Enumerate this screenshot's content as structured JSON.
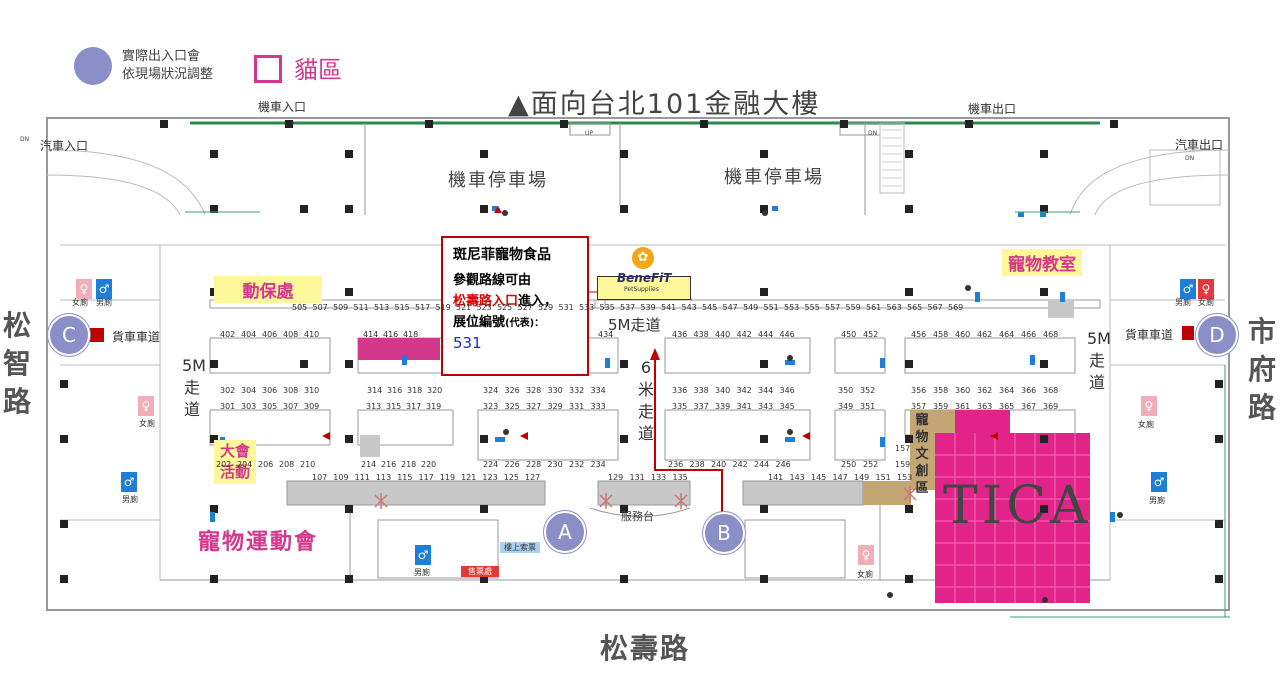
{
  "legend": {
    "entrance_note_line1": "實際出入口會",
    "entrance_note_line2": "依現場狀況調整",
    "cat_area": "貓區"
  },
  "roads": {
    "north": "▲面向台北101金融大樓",
    "south": "松壽路",
    "west": "松智路",
    "east": "市府路"
  },
  "parking": {
    "moto_entrance": "機車入口",
    "moto_exit": "機車出口",
    "car_entrance": "汽車入口",
    "car_exit": "汽車出口",
    "moto_parking_1": "機車停車場",
    "moto_parking_2": "機車停車場",
    "up": "UP",
    "dn": "DN",
    "dn2": "DN",
    "dn3": "DN"
  },
  "zones": {
    "animal_protection": "動保處",
    "pet_class": "寵物教室",
    "contest": "大會活動",
    "sports": "寵物運動會",
    "creative": "寵物文創區",
    "tica": "TICA",
    "service_desk": "服務台",
    "freight_w": "貨車車道",
    "freight_e": "貨車車道",
    "walk_5m_w": "5M走道",
    "walk_5m_e": "5M走道",
    "walk_5m_center": "5M走道",
    "walk_6m": "6米走道",
    "stair_up": "樓上索票",
    "ticket": "售票處"
  },
  "restrooms": {
    "women": "女廁",
    "men": "男廁"
  },
  "gates": {
    "a": "A",
    "b": "B",
    "c": "C",
    "d": "D"
  },
  "brand": {
    "name": "BeneFiT",
    "sub": "PetSupplies"
  },
  "callout": {
    "title": "斑尼菲寵物食品",
    "line1": "參觀路線可由",
    "route_red": "松壽路入口",
    "route_tail": "進入，",
    "line3a": "展位編號",
    "line3b": "(代表)：",
    "booth": "531"
  },
  "booths": {
    "r500": [
      "505",
      "507",
      "509",
      "511",
      "513",
      "515",
      "517",
      "519",
      "521",
      "523",
      "525",
      "527",
      "529",
      "531",
      "533",
      "535",
      "537",
      "539",
      "541",
      "543",
      "545",
      "547",
      "549",
      "551",
      "553",
      "555",
      "557",
      "559",
      "561",
      "563",
      "565",
      "567",
      "569"
    ],
    "r400a": [
      "402",
      "404",
      "406",
      "408",
      "410"
    ],
    "r400b": [
      "414",
      "416",
      "418"
    ],
    "r400c": [
      "434"
    ],
    "r400d": [
      "436",
      "438",
      "440",
      "442",
      "444",
      "446"
    ],
    "r400e": [
      "450",
      "452"
    ],
    "r400f": [
      "456",
      "458",
      "460",
      "462",
      "464",
      "466",
      "468"
    ],
    "r300a": [
      "302",
      "304",
      "306",
      "308",
      "310"
    ],
    "r300b": [
      "314",
      "316",
      "318",
      "320"
    ],
    "r300c": [
      "324",
      "326",
      "328",
      "330",
      "332",
      "334"
    ],
    "r300d": [
      "336",
      "338",
      "340",
      "342",
      "344",
      "346"
    ],
    "r300e": [
      "350",
      "352"
    ],
    "r300f": [
      "356",
      "358",
      "360",
      "362",
      "364",
      "366",
      "368"
    ],
    "r300g": [
      "301",
      "303",
      "305",
      "307",
      "309"
    ],
    "r300h": [
      "313",
      "315",
      "317",
      "319"
    ],
    "r300i": [
      "323",
      "325",
      "327",
      "329",
      "331",
      "333"
    ],
    "r300j": [
      "335",
      "337",
      "339",
      "341",
      "343",
      "345"
    ],
    "r300k": [
      "349",
      "351"
    ],
    "r300l": [
      "357",
      "359",
      "361",
      "363",
      "365",
      "367",
      "369"
    ],
    "r200a": [
      "202",
      "204",
      "206",
      "208",
      "210"
    ],
    "r200b": [
      "214",
      "216",
      "218",
      "220"
    ],
    "r200c": [
      "224",
      "226",
      "228",
      "230",
      "232",
      "234"
    ],
    "r200d": [
      "236",
      "238",
      "240",
      "242",
      "244",
      "246"
    ],
    "r200e": [
      "250",
      "252"
    ],
    "r100a": [
      "107",
      "109",
      "111",
      "113",
      "115",
      "117",
      "119",
      "121",
      "123",
      "125",
      "127"
    ],
    "r100b": [
      "129",
      "131",
      "133",
      "135"
    ],
    "r100c": [
      "141",
      "143",
      "145",
      "147",
      "149",
      "151",
      "153"
    ],
    "extra": [
      "157",
      "159"
    ]
  },
  "colors": {
    "cat_pink": "#d4388c",
    "gate_purple": "#8b8fc7",
    "route_red": "#c00000",
    "highlight_yellow": "#fff89a",
    "booth_gray": "#c8c8c8",
    "creative_tan": "#c4a574"
  }
}
